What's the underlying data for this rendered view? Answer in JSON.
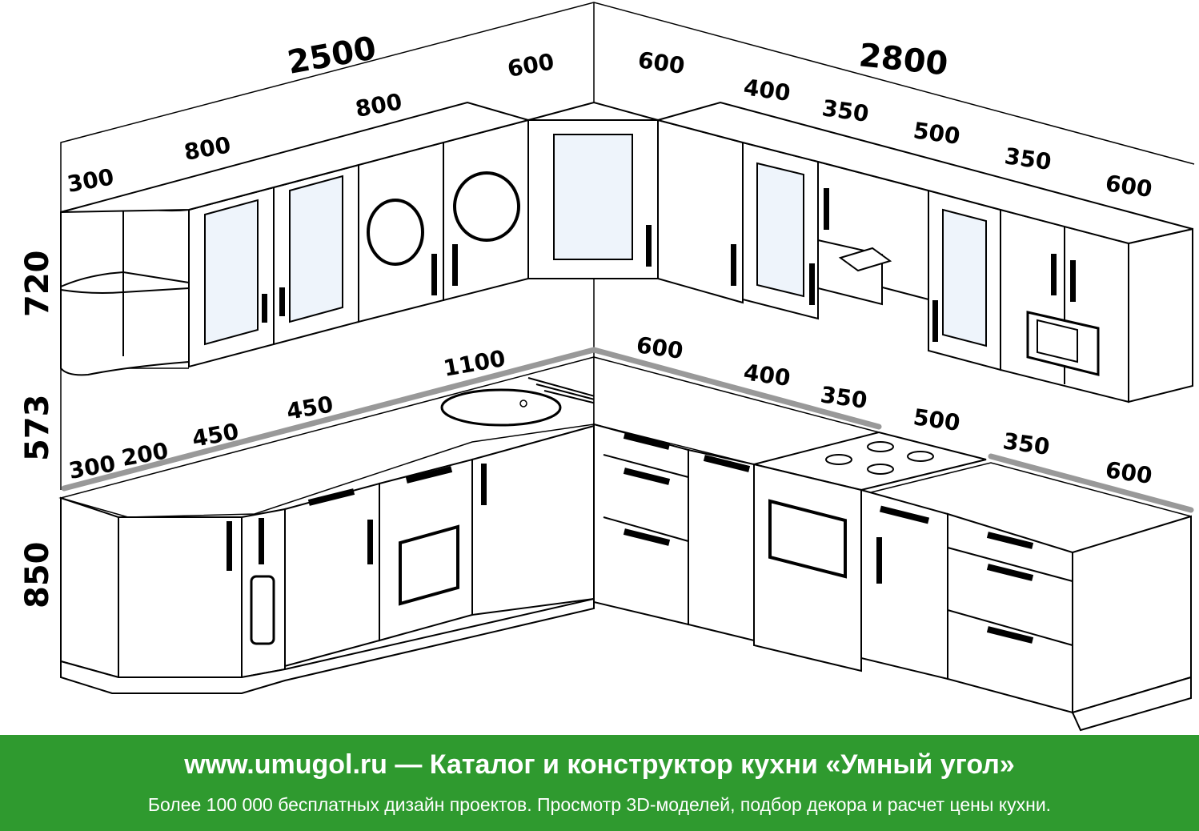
{
  "dimensions": {
    "top_left_total": "2500",
    "top_right_total": "2800",
    "upper_left": [
      "300",
      "800",
      "800"
    ],
    "upper_corner_left": "600",
    "upper_corner_right": "600",
    "upper_right": [
      "400",
      "350",
      "500",
      "350",
      "600"
    ],
    "height_upper": "720",
    "height_gap": "573",
    "height_base": "850",
    "base_left": [
      "300",
      "200",
      "450",
      "450",
      "1100"
    ],
    "base_right": [
      "600",
      "400",
      "350",
      "500",
      "350",
      "600"
    ]
  },
  "footer": {
    "title": "www.umugol.ru — Каталог и конструктор кухни «Умный угол»",
    "subtitle": "Более 100 000 бесплатных дизайн проектов. Просмотр 3D-моделей, подбор декора и расчет цены кухни."
  },
  "colors": {
    "footer_bg": "#2f9a2f",
    "countertop_edge": "#999999"
  }
}
